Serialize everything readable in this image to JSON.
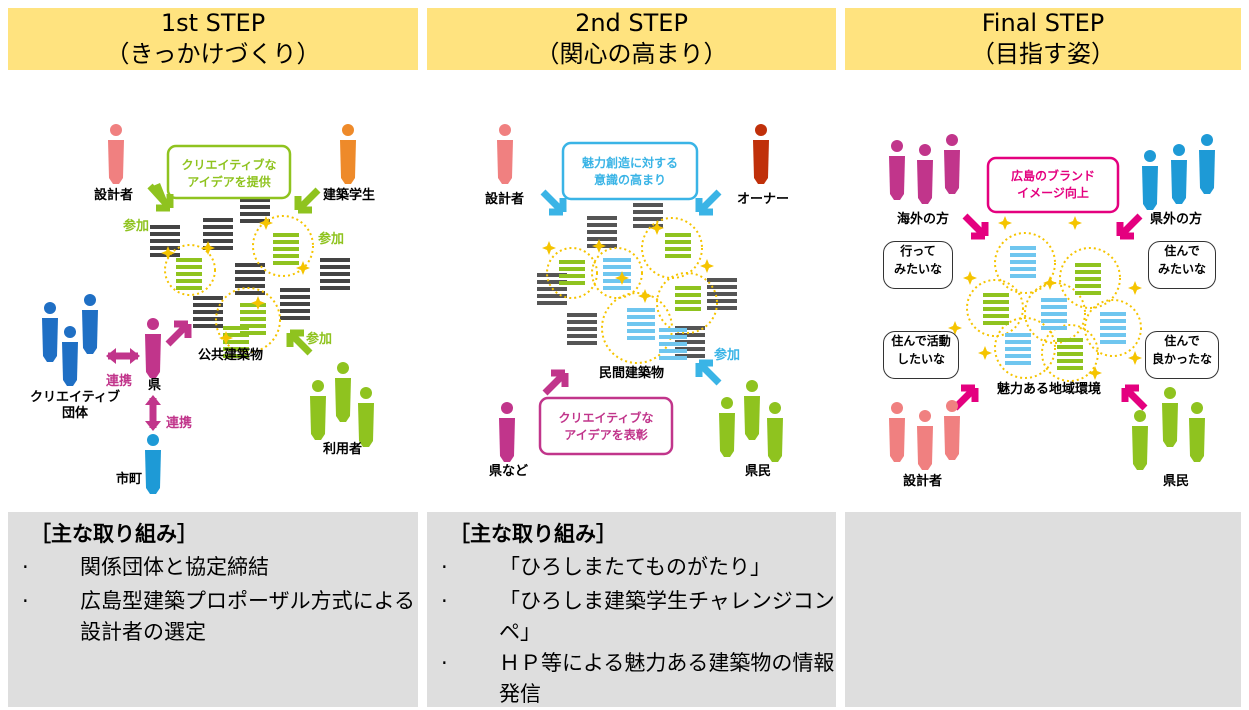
{
  "steps": [
    {
      "title_line1": "1st STEP",
      "title_line2": "（きっかけづくり）",
      "labels": {
        "designer": "設計者",
        "student": "建築学生",
        "box": "クリエイティブな\nアイデアを提供",
        "join1": "参加",
        "join2": "参加",
        "join3": "参加",
        "public_building": "公共建築物",
        "link1": "連携",
        "link2": "連携",
        "prefecture": "県",
        "creative_org": "クリエイティブ\n団体",
        "city": "市町",
        "users": "利用者"
      },
      "panel_title": "［主な取り組み］",
      "bullets": [
        "関係団体と協定締結",
        "広島型建築プロポーザル方式による設計者の選定"
      ]
    },
    {
      "title_line1": "2nd STEP",
      "title_line2": "（関心の高まり）",
      "labels": {
        "designer": "設計者",
        "owner": "オーナー",
        "box1": "魅力創造に対する\n意識の高まり",
        "box2": "クリエイティブな\nアイデアを表彰",
        "private_building": "民間建築物",
        "join": "参加",
        "pref_etc": "県など",
        "residents": "県民"
      },
      "panel_title": "［主な取り組み］",
      "bullets": [
        "「ひろしまたてものがたり」",
        "「ひろしま建築学生チャレンジコンペ」",
        "ＨＰ等による魅力ある建築物の情報発信"
      ]
    },
    {
      "title_line1": "Final STEP",
      "title_line2": "（目指す姿）",
      "labels": {
        "box": "広島のブランド\nイメージ向上",
        "overseas": "海外の方",
        "outside_pref": "県外の方",
        "bubble1": "行って\nみたいな",
        "bubble2": "住んで\nみたいな",
        "bubble3": "住んで活動\nしたいな",
        "bubble4": "住んで\n良かったな",
        "environment": "魅力ある地域環境",
        "designer": "設計者",
        "residents": "県民"
      }
    }
  ],
  "colors": {
    "header": "#ffe37f",
    "panel": "#dedede",
    "green": "#8fc31f",
    "cyan": "#3ab4e6",
    "magenta": "#c1358b",
    "pink": "#e4007f",
    "salmon": "#f08080",
    "orange": "#ee8a2a",
    "darkred": "#c0300a",
    "blue": "#1f6fc4",
    "teal": "#1e9ad6",
    "gold": "#f5c400"
  }
}
